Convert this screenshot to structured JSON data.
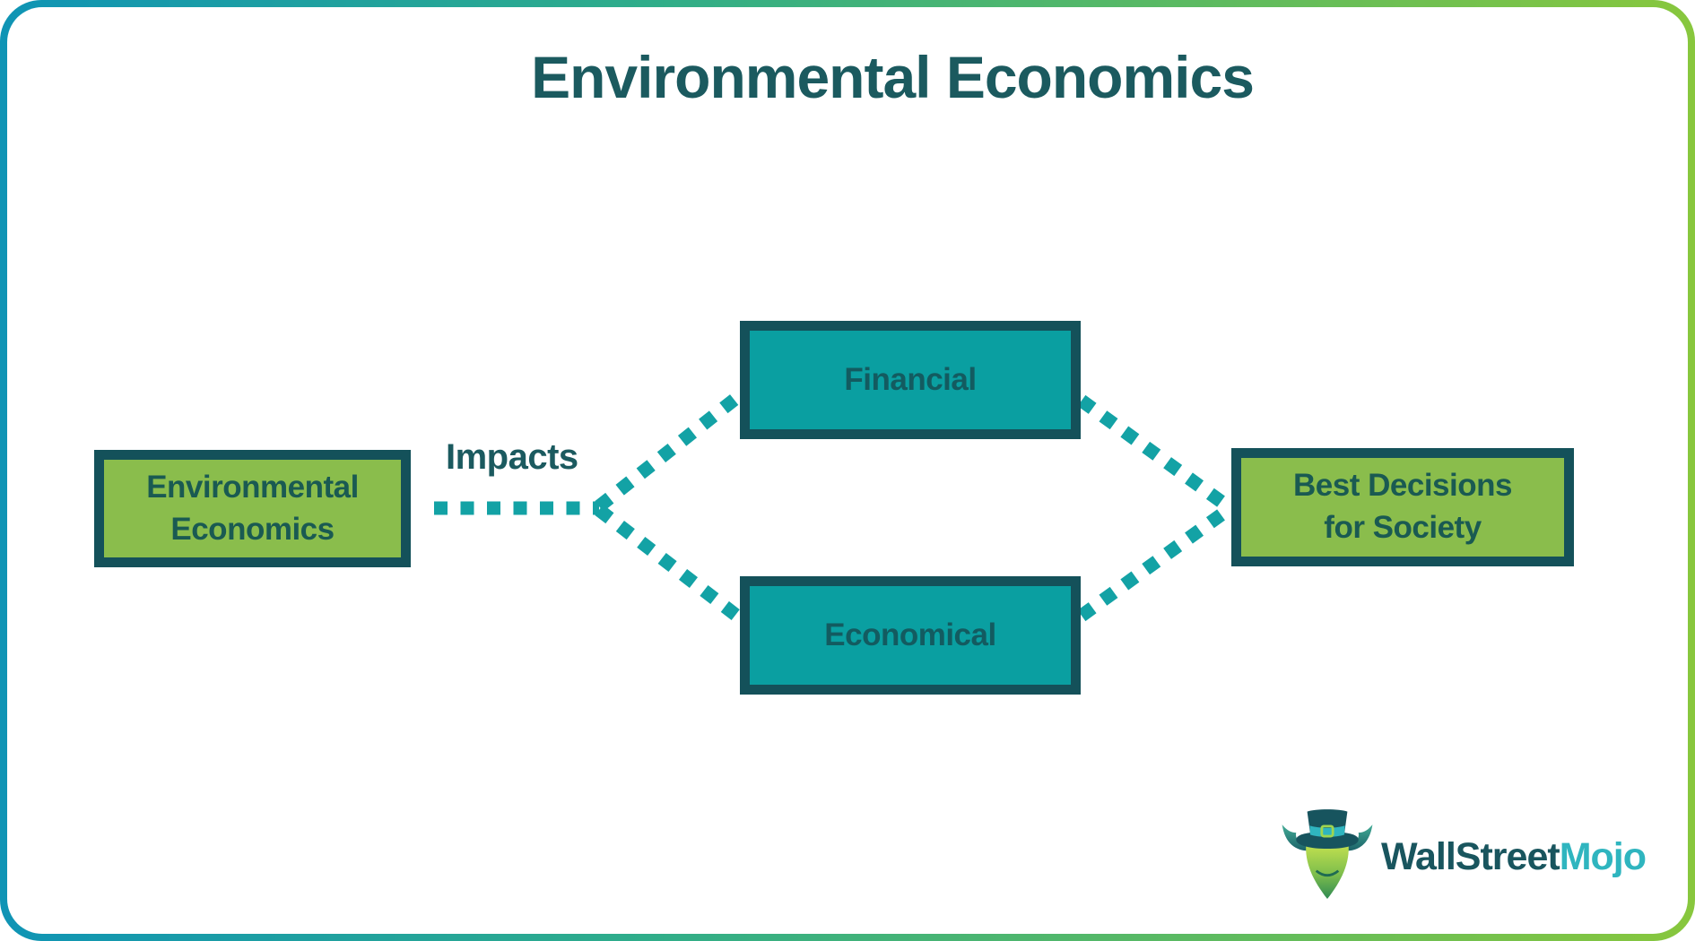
{
  "title": "Environmental Economics",
  "diagram": {
    "edge_label": "Impacts",
    "nodes": {
      "env": {
        "lines": [
          "Environmental",
          "Economics"
        ],
        "style": "green"
      },
      "financial": {
        "label": "Financial",
        "style": "teal"
      },
      "economical": {
        "label": "Economical",
        "style": "teal"
      },
      "best": {
        "lines": [
          "Best Decisions",
          "for Society"
        ],
        "style": "green"
      }
    },
    "edges": [
      {
        "from": "env",
        "to": "financial",
        "style": "dashed"
      },
      {
        "from": "env",
        "to": "economical",
        "style": "dashed"
      },
      {
        "from": "financial",
        "to": "best",
        "style": "dashed"
      },
      {
        "from": "economical",
        "to": "best",
        "style": "dashed"
      }
    ]
  },
  "colors": {
    "green_fill": "#8ABD4C",
    "teal_fill": "#0A9FA1",
    "node_border": "#14515A",
    "dash_teal": "#13A2A5",
    "dark_text": "#1B5A5F",
    "frame_gradient_start": "#0F94B5",
    "frame_gradient_end": "#88C73D",
    "logo_text_dark": "#19555E",
    "logo_text_cyan": "#2FB5BF"
  },
  "logo": {
    "part1": "WallStreet",
    "part2": "Mojo"
  }
}
